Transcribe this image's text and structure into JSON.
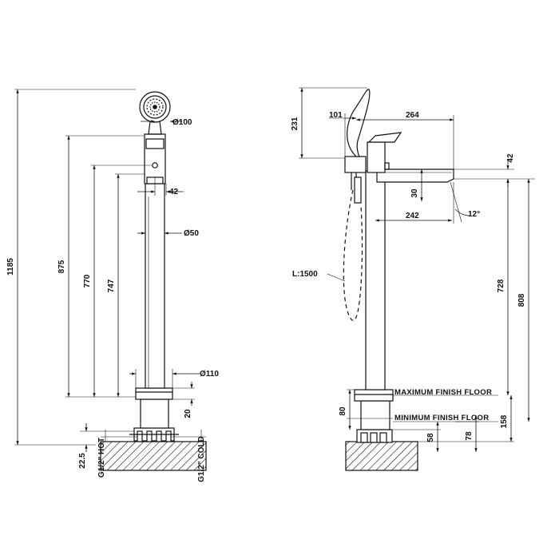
{
  "colors": {
    "line": "#111111",
    "background": "#ffffff"
  },
  "front_view": {
    "dimensions": {
      "total_height": "1185",
      "height_875": "875",
      "height_770": "770",
      "height_747": "747",
      "width_42": "42",
      "handshower_diameter": "Ø100",
      "column_diameter": "Ø50",
      "base_diameter": "Ø110",
      "base_height": "20",
      "base_offset": "22.5"
    },
    "connections": {
      "hot": "G1/2\" HOT",
      "cold": "G1/2\" COLD"
    }
  },
  "side_view": {
    "dimensions": {
      "handshower_height": "231",
      "holder_width": "101",
      "spout_reach": "264",
      "spout_thickness": "42",
      "spout_depth": "30",
      "spout_reach_lower": "242",
      "spout_angle": "12°",
      "height_728": "728",
      "height_808": "808",
      "base_height_80": "80",
      "height_158": "158",
      "depth_58": "58",
      "depth_78": "78"
    },
    "hose_length": "L:1500",
    "labels": {
      "max_floor": "MAXIMUM FINISH FLOOR",
      "min_floor": "MINIMUM FINISH FLOOR"
    }
  }
}
